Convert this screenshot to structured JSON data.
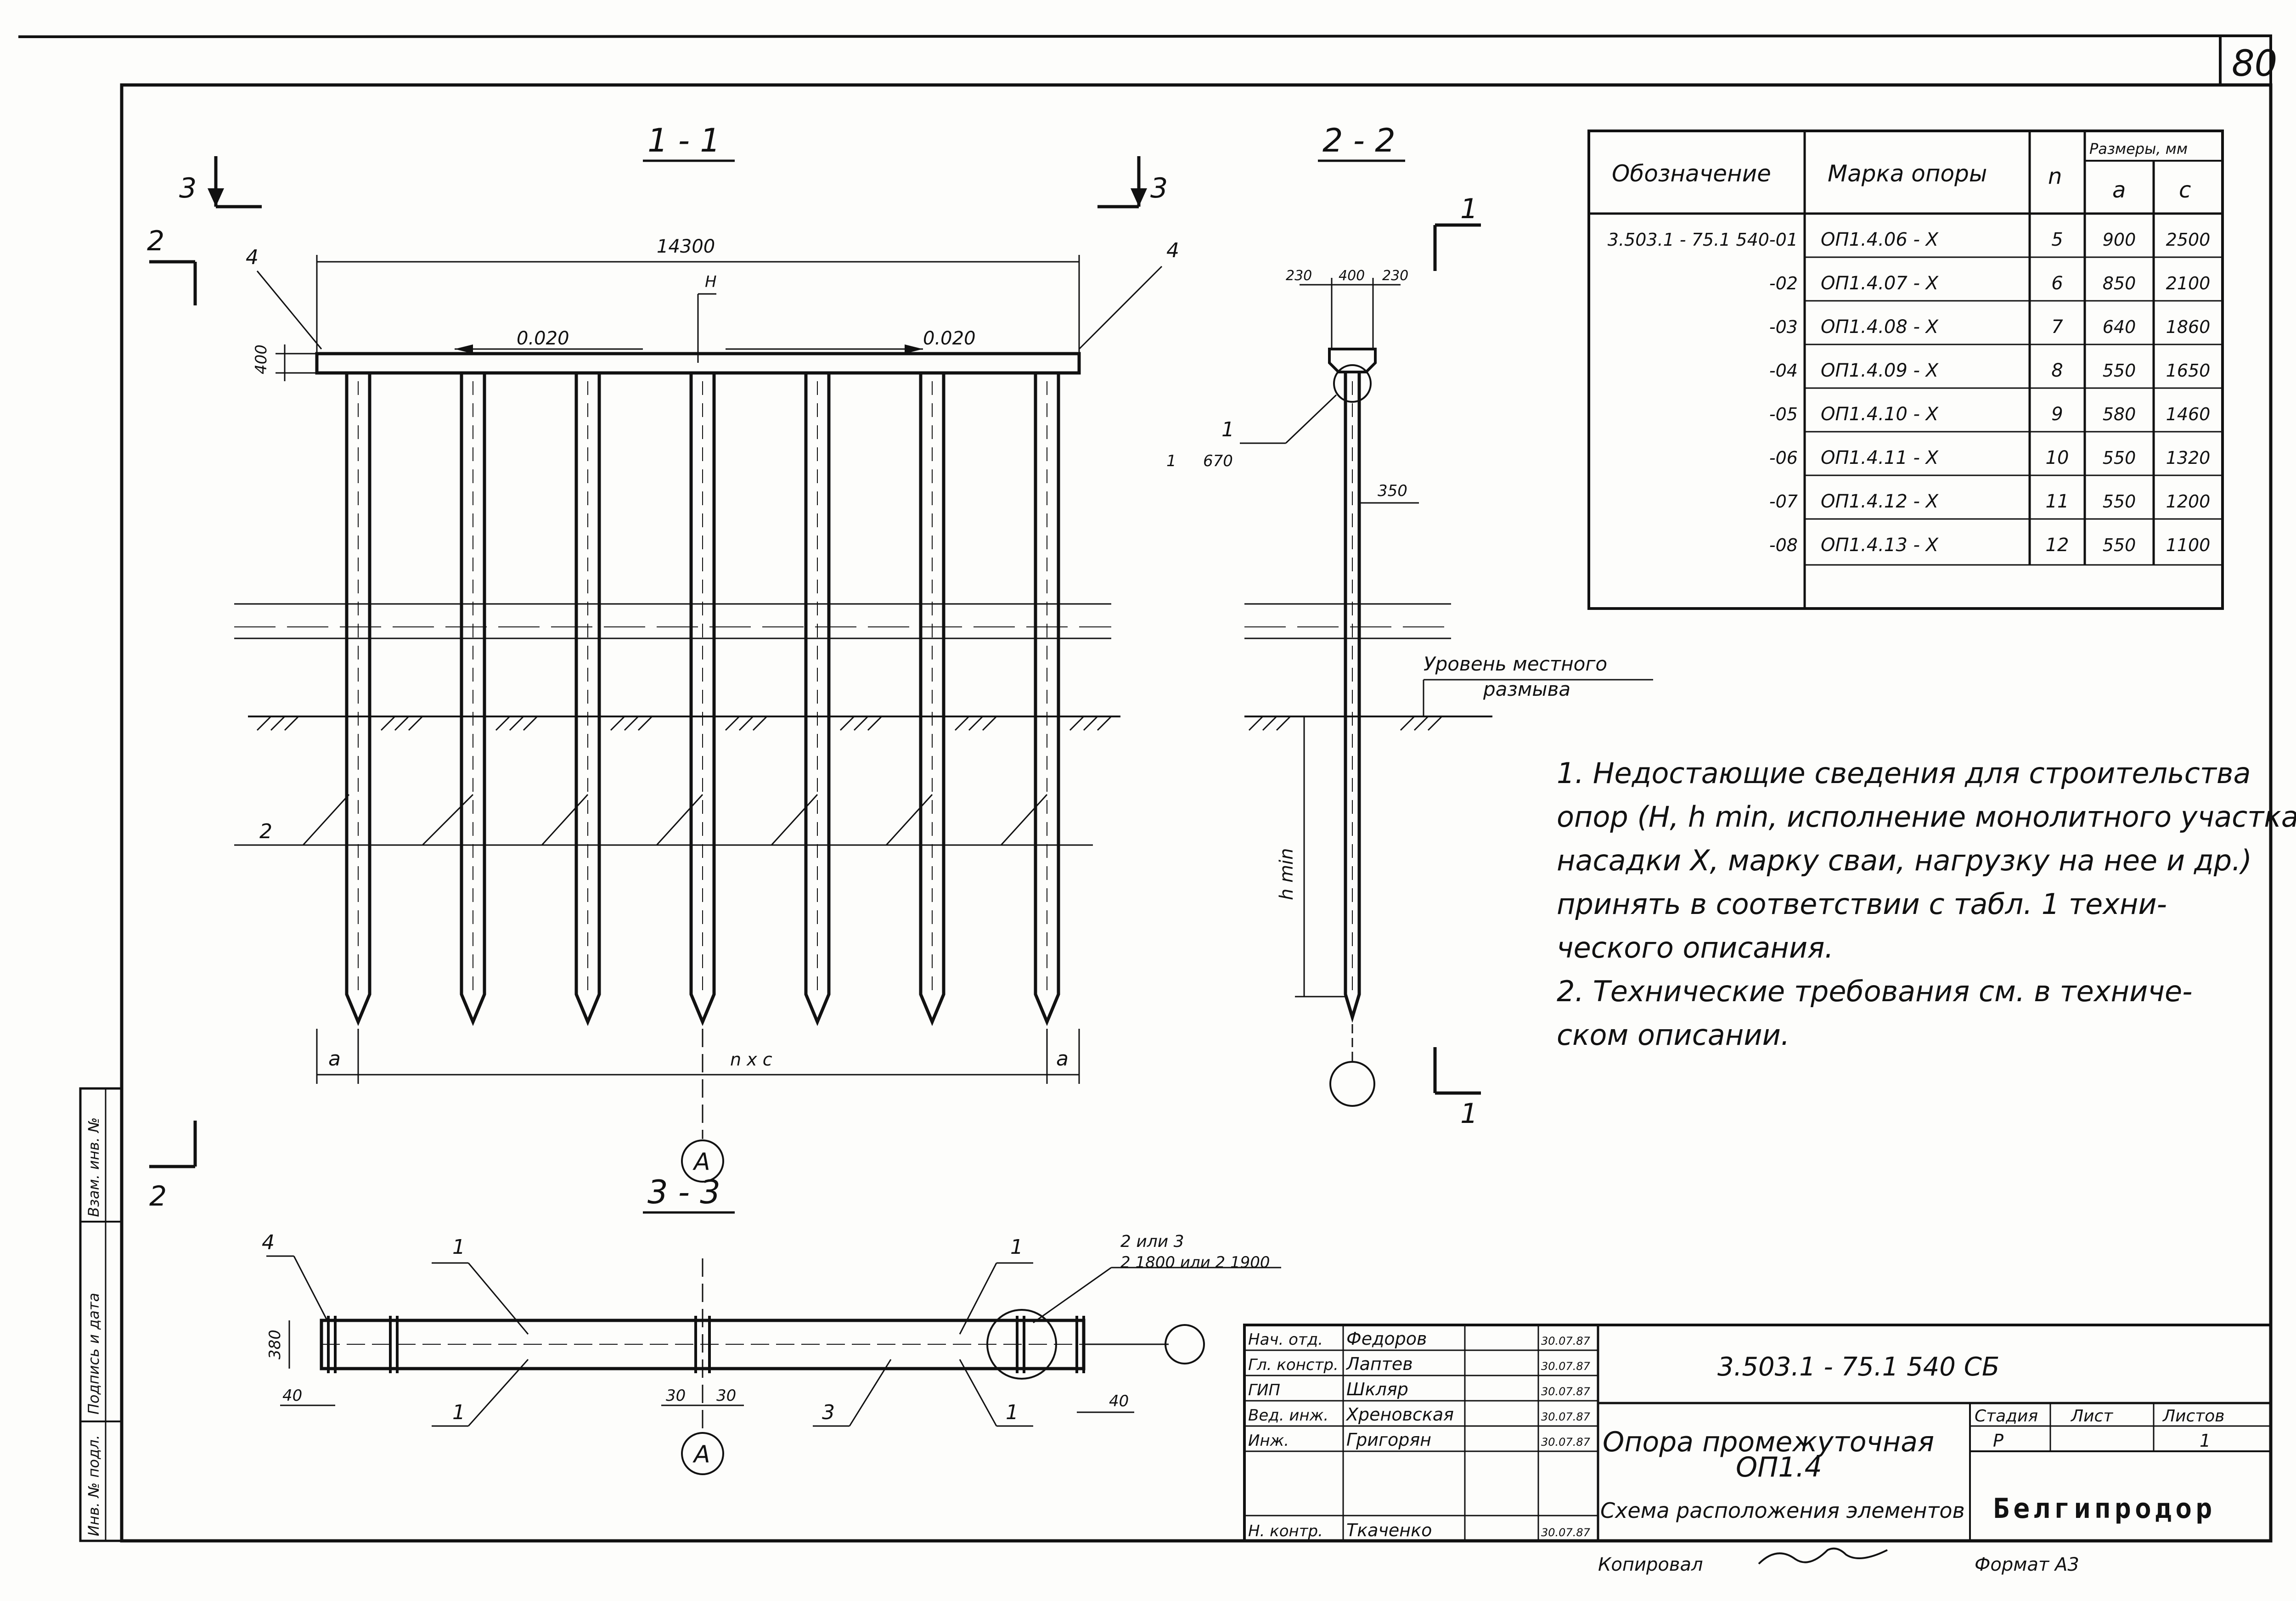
{
  "sheet_number": "80",
  "sections": {
    "s11": "1 - 1",
    "s22": "2 - 2",
    "s33": "3 - 3",
    "cut_3": "3",
    "cut_2": "2",
    "cut_1": "1"
  },
  "view11": {
    "overall_dim": "14300",
    "cap_height_dim": "400",
    "slope_left": "0.020",
    "slope_right": "0.020",
    "axis_label": "H",
    "callout_4": "4",
    "dim_a": "a",
    "dim_nxc": "n x c",
    "axis_marker": "A",
    "pos_2": "2"
  },
  "view22": {
    "dim_230_left": "230",
    "dim_400": "400",
    "dim_230_right": "230",
    "callout_1": "1",
    "callout_1_sub": "1",
    "callout_1_len": "670",
    "dim_350": "350",
    "scour_label_1": "Уровень местного",
    "scour_label_2": "размыва",
    "hmin": "h min"
  },
  "view33": {
    "width_dim": "380",
    "dim_40_left": "40",
    "dim_30_a": "30",
    "dim_30_b": "30",
    "dim_40_right": "40",
    "callout_1": "1",
    "callout_3": "3",
    "callout_4": "4",
    "callout_23_a": "2 или 3",
    "callout_23_b": "2 1800 или 2 1900",
    "axis_marker": "A"
  },
  "table": {
    "headers": {
      "designation": "Обозначение",
      "mark": "Марка опоры",
      "n": "n",
      "sizes": "Размеры, мм",
      "a": "a",
      "c": "c"
    },
    "rows": [
      {
        "designation": "3.503.1 - 75.1 540-01",
        "mark": "ОП1.4.06 - X",
        "n": "5",
        "a": "900",
        "c": "2500"
      },
      {
        "designation": "-02",
        "mark": "ОП1.4.07 - X",
        "n": "6",
        "a": "850",
        "c": "2100"
      },
      {
        "designation": "-03",
        "mark": "ОП1.4.08 - X",
        "n": "7",
        "a": "640",
        "c": "1860"
      },
      {
        "designation": "-04",
        "mark": "ОП1.4.09 - X",
        "n": "8",
        "a": "550",
        "c": "1650"
      },
      {
        "designation": "-05",
        "mark": "ОП1.4.10 - X",
        "n": "9",
        "a": "580",
        "c": "1460"
      },
      {
        "designation": "-06",
        "mark": "ОП1.4.11 - X",
        "n": "10",
        "a": "550",
        "c": "1320"
      },
      {
        "designation": "-07",
        "mark": "ОП1.4.12 - X",
        "n": "11",
        "a": "550",
        "c": "1200"
      },
      {
        "designation": "-08",
        "mark": "ОП1.4.13 - X",
        "n": "12",
        "a": "550",
        "c": "1100"
      }
    ]
  },
  "notes": [
    "1. Недостающие сведения для строительства",
    "опор (H, h min, исполнение монолитного участка",
    "насадки X, марку сваи, нагрузку на нее и др.)",
    "принять в соответствии с табл. 1 техни-",
    "ческого описания.",
    "2. Технические требования см. в техниче-",
    "ском описании."
  ],
  "side_stamp": {
    "inv_no": "Инв. № подл.",
    "signature_date": "Подпись и дата",
    "replace_inv": "Взам. инв. №"
  },
  "title_block": {
    "signers": [
      {
        "role": "Нач. отд.",
        "name": "Федоров",
        "date": "30.07.87"
      },
      {
        "role": "Гл. констр.",
        "name": "Лаптев",
        "date": "30.07.87"
      },
      {
        "role": "ГИП",
        "name": "Шкляр",
        "date": "30.07.87"
      },
      {
        "role": "Вед. инж.",
        "name": "Хреновская",
        "date": "30.07.87"
      },
      {
        "role": "Инж.",
        "name": "Григорян",
        "date": "30.07.87"
      },
      {
        "role": "",
        "name": "",
        "date": ""
      },
      {
        "role": "Н. контр.",
        "name": "Ткаченко",
        "date": "30.07.87"
      }
    ],
    "code": "3.503.1 - 75.1 540 СБ",
    "title_1": "Опора промежуточная",
    "title_2": "ОП1.4",
    "subtitle": "Схема расположения элементов",
    "stage_h": "Стадия",
    "sheet_h": "Лист",
    "sheets_h": "Листов",
    "stage": "Р",
    "sheet": "",
    "sheets": "1",
    "org": "Белгипродор",
    "copied": "Копировал",
    "format": "Формат А3"
  }
}
